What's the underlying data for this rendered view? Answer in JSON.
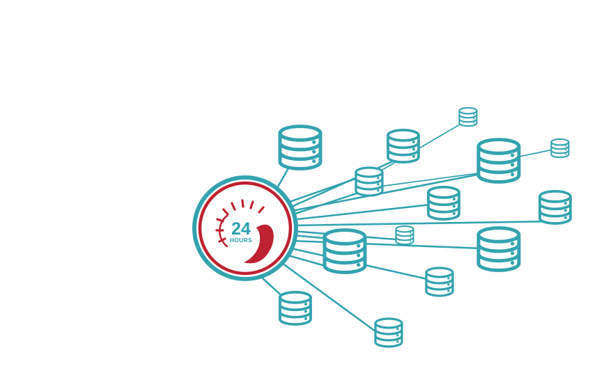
{
  "hub": {
    "number": "24",
    "unit": "HOURS",
    "icon": "24-hours-sun-moon-icon",
    "colors": {
      "ring": "#33a3b0",
      "inner_ring": "#be2130",
      "number": "#2ea0b0",
      "symbol": "#be2130"
    }
  },
  "nodes": {
    "icon": "database-icon",
    "count": 14,
    "color": "#33a3b0"
  }
}
